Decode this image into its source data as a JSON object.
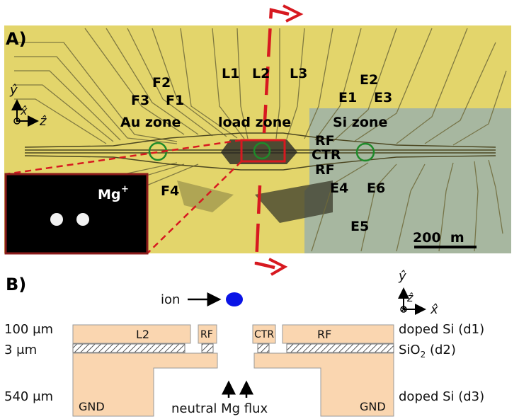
{
  "panel_a": {
    "panel_label": "A)",
    "electrodes": {
      "f2": "F2",
      "f3": "F3",
      "f1": "F1",
      "f4": "F4",
      "l1": "L1",
      "l2": "L2",
      "l3": "L3",
      "e1": "E1",
      "e2": "E2",
      "e3": "E3",
      "e4": "E4",
      "e5": "E5",
      "e6": "E6",
      "rf_top": "RF",
      "ctr": "CTR",
      "rf_bottom": "RF"
    },
    "zones": {
      "au": "Au zone",
      "load": "load zone",
      "si": "Si zone"
    },
    "axes": {
      "y": "ŷ",
      "x": "x̂",
      "z": "ẑ"
    },
    "inset_label": "Mg",
    "inset_superscript": "+",
    "scale_bar": "200  m",
    "colors": {
      "gold": "#e3d56b",
      "silicon": "#a7b7a0",
      "marker_red": "#d71920",
      "ring_green": "#1f8a2a"
    }
  },
  "panel_b": {
    "panel_label": "B)",
    "ion_label": "ion",
    "axes": {
      "y": "ŷ",
      "z": "ẑ",
      "x": "x̂"
    },
    "thickness_labels": {
      "top": "100 μm",
      "mid": "3 μm",
      "bottom": "540 μm"
    },
    "layer_labels": {
      "d1": "doped Si (d1)",
      "d2_prefix": "SiO",
      "d2_sub": "2",
      "d2_suffix": " (d2)",
      "d3": "doped Si (d3)"
    },
    "electrode_labels": {
      "l2": "L2",
      "rf_small": "RF",
      "ctr": "CTR",
      "rf_large": "RF"
    },
    "gnd_left": "GND",
    "gnd_right": "GND",
    "flux_label": "neutral Mg flux",
    "colors": {
      "silicon": "#fad6b0",
      "ion": "#0a14e6"
    }
  }
}
